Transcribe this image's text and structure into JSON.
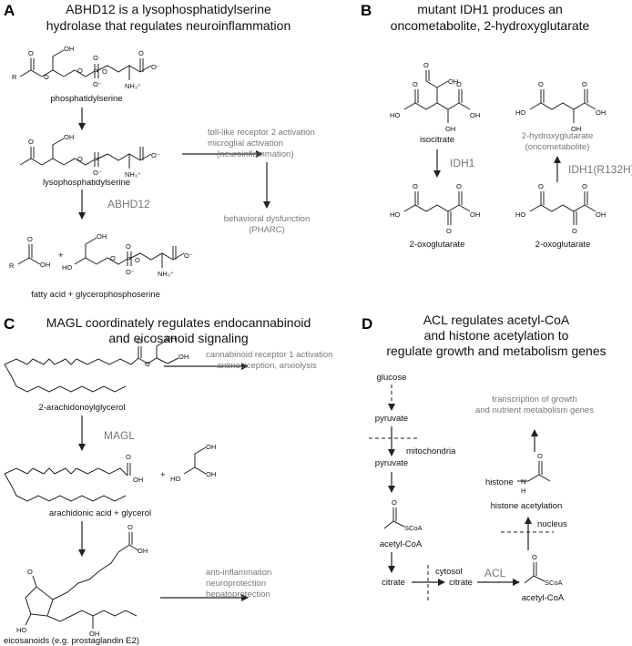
{
  "panels": {
    "A": {
      "letter": "A",
      "title_line1": "ABHD12 is a lysophosphatidylserine",
      "title_line2": "hydrolase that regulates neuroinflammation",
      "phosphatidylserine": "phosphatidylserine",
      "lysophosphatidylserine": "lysophosphatidylserine",
      "enzyme": "ABHD12",
      "products": "fatty acid + glycerophosphoserine",
      "effect1_line1": "toll-like receptor 2 activation",
      "effect1_line2": "microglial activation",
      "effect1_line3": "(neuroinflammation)",
      "effect2_line1": "behavioral dysfunction",
      "effect2_line2": "(PHARC)"
    },
    "B": {
      "letter": "B",
      "title_line1": "mutant IDH1 produces an",
      "title_line2": "oncometabolite, 2-hydroxyglutarate",
      "isocitrate": "isocitrate",
      "enzyme1": "IDH1",
      "oxoglutarate_left": "2-oxoglutarate",
      "oxoglutarate_right": "2-oxoglutarate",
      "enzyme2": "IDH1(R132H)",
      "product_line1": "2-hydroxyglutarate",
      "product_line2": "(oncometabolite)"
    },
    "C": {
      "letter": "C",
      "title_line1": "MAGL coordinately regulates endocannabinoid",
      "title_line2": "and eicosanoid signaling",
      "ag": "2-arachidonoylglycerol",
      "enzyme": "MAGL",
      "aa": "arachidonic acid + glycerol",
      "eico": "eicosanoids (e.g. prostaglandin E2)",
      "effect1_line1": "cannabinoid receptor 1 activation",
      "effect1_line2": "antinociception, anxiolysis",
      "effect2_line1": "anti-inflammation",
      "effect2_line2": "neuroprotection",
      "effect2_line3": "hepatoprotection"
    },
    "D": {
      "letter": "D",
      "title_line1": "ACL regulates acetyl-CoA",
      "title_line2": "and histone acetylation to",
      "title_line3": "regulate growth and metabolism genes",
      "glucose": "glucose",
      "pyruvate1": "pyruvate",
      "mitochondria": "mitochondria",
      "pyruvate2": "pyruvate",
      "acetylcoa1": "acetyl-CoA",
      "citrate1": "citrate",
      "cytosol": "cytosol",
      "citrate2": "citrate",
      "enzyme": "ACL",
      "acetylcoa2": "acetyl-CoA",
      "nucleus": "nucleus",
      "histone_acetylation": "histone acetylation",
      "histone": "histone",
      "transcription_line1": "transcription of growth",
      "transcription_line2": "and nutrient metabolism genes"
    }
  },
  "atoms": {
    "R": "R",
    "O": "O",
    "OH": "OH",
    "HO": "HO",
    "P": "P",
    "Ominus": "O⁻",
    "NH3": "NH₃⁺",
    "H": "H",
    "N": "N",
    "SCoA": "SCoA",
    "plus": "+"
  }
}
